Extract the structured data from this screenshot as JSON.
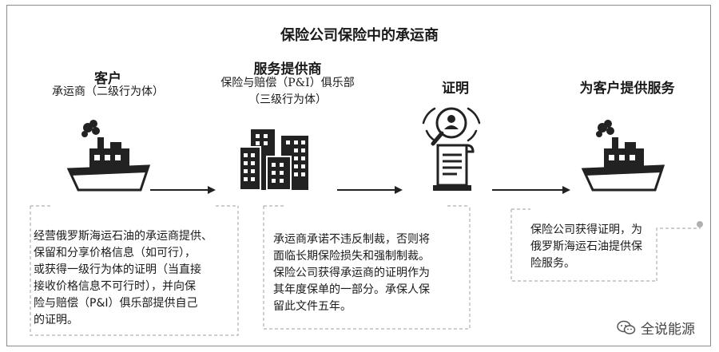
{
  "title": "保险公司保险中的承运商",
  "stages": [
    {
      "heading": "客户",
      "sub": [
        "承运商（二级行为体）"
      ],
      "icon": "ship-icon"
    },
    {
      "heading": "服务提供商",
      "sub": [
        "保险与赔偿（P&I）俱乐部",
        "（三级行为体）"
      ],
      "icon": "office-buildings-icon"
    },
    {
      "heading": "证明",
      "sub": [],
      "icon": "certificate-search-icon"
    },
    {
      "heading": "为客户提供服务",
      "sub": [],
      "icon": "ship-icon"
    }
  ],
  "notes": [
    {
      "lines": [
        "经营俄罗斯海运石油的承运商提供、",
        "保留和分享价格信息（如可行），",
        "或获得一级行为体的证明（当直接",
        "接收价格信息不可行时），并向保",
        "险与赔偿（P&I）俱乐部提供自己",
        "的证明。"
      ]
    },
    {
      "lines": [
        "承运商承诺不违反制裁，否则将",
        "面临长期保险损失和强制制裁。",
        "保险公司获得承运商的证明作为",
        "其年度保单的一部分。承保人保",
        "留此文件五年。"
      ]
    },
    {
      "lines": [
        "保险公司获得证明，为",
        "俄罗斯海运石油提供保",
        "险服务。"
      ]
    }
  ],
  "watermark": "全说能源"
}
